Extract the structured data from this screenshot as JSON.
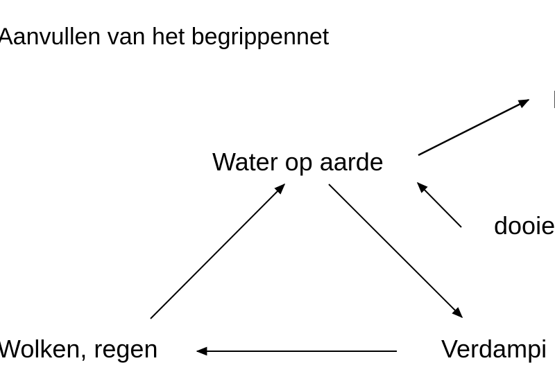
{
  "title": "Aanvullen van het begrippennet",
  "nodes": {
    "water": "Water op aarde",
    "wolken": "Wolken, regen",
    "verdamping": "Verdampi",
    "dooien": "dooie",
    "top_right": "I"
  },
  "colors": {
    "ink": "#000000",
    "background": "#ffffff"
  }
}
